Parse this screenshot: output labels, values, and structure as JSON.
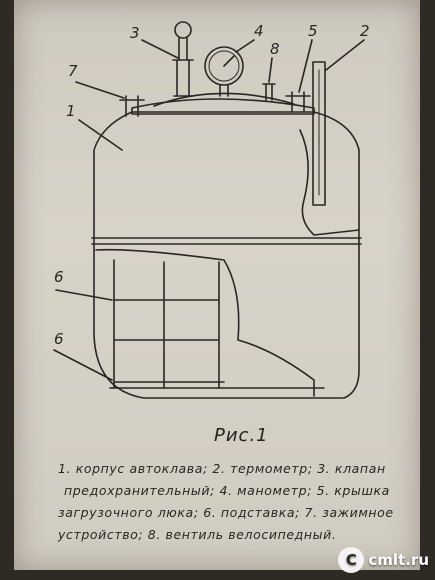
{
  "labels": [
    "1",
    "2",
    "3",
    "4",
    "5",
    "6",
    "6",
    "7",
    "8"
  ],
  "figure_title": "Рис.1",
  "legend_lines": [
    "1. корпус автоклава; 2. термометр; 3. клапан",
    "предохранительный; 4. манометр; 5. крышка",
    "загрузочного люка; 6. подставка; 7. зажимное",
    "устройство; 8. вентиль велосипедный."
  ],
  "watermark": {
    "logo_letter": "C",
    "text": "cmlt.ru"
  },
  "colors": {
    "paper": "#d3cec3",
    "ink": "#2a2622",
    "background": "#2e2a24"
  }
}
